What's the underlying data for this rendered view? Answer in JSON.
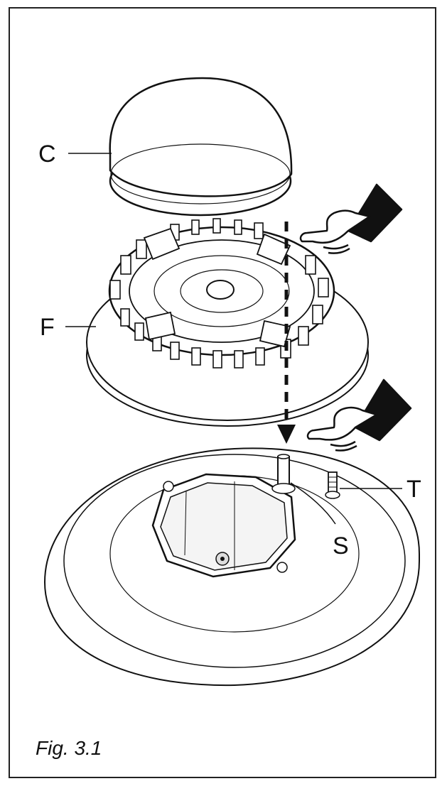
{
  "labels": {
    "cap": "C",
    "flame_spreader": "F",
    "spark_plug": "S",
    "thermocouple": "T"
  },
  "caption": "Fig. 3.1",
  "icons": [
    "pointing-hand-icon",
    "pointing-hand-icon",
    "down-arrow-icon"
  ]
}
